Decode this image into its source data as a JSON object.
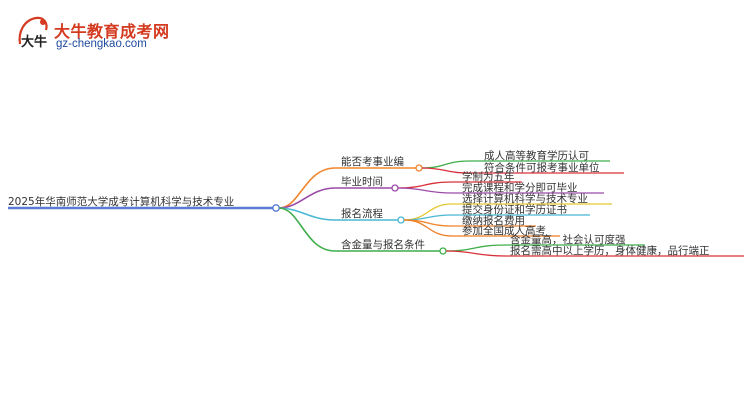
{
  "logo": {
    "mark_text": "大牛",
    "brand": "大牛教育成考网",
    "domain": "gz-chengkao.com"
  },
  "colors": {
    "root": "#5b7bd5",
    "b1": "#f0852d",
    "b2": "#9b4aa8",
    "b3": "#49b8d4",
    "b4": "#3fae4a",
    "leaf_red": "#d9303a",
    "leaf_yellow": "#e5c82f",
    "leaf_orange": "#ef7d22"
  },
  "mindmap": {
    "root": "2025年华南师范大学成考计算机科学与技术专业",
    "branches": [
      {
        "label": "能否考事业编",
        "children": [
          "成人高等教育学历认可",
          "符合条件可报考事业单位"
        ]
      },
      {
        "label": "毕业时间",
        "children": [
          "学制为五年",
          "完成课程和学分即可毕业"
        ]
      },
      {
        "label": "报名流程",
        "children": [
          "选择计算机科学与技术专业",
          "提交身份证和学历证书",
          "缴纳报名费用",
          "参加全国成人高考"
        ]
      },
      {
        "label": "含金量与报名条件",
        "children": [
          "含金量高，社会认可度强",
          "报名需高中以上学历，身体健康，品行端正"
        ]
      }
    ]
  }
}
